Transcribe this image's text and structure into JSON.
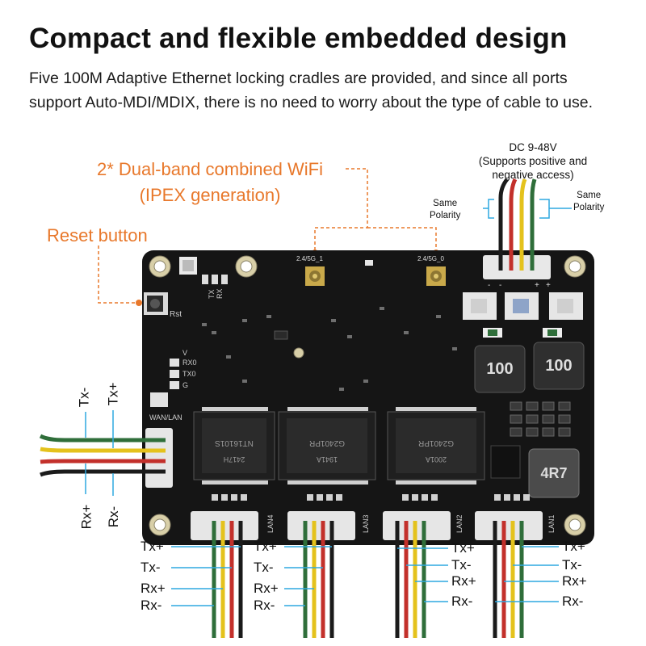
{
  "title": "Compact and flexible embedded design",
  "description": "Five 100M Adaptive Ethernet locking cradles are provided, and since all ports support Auto-MDI/MDIX, there is no need to worry about the type of cable to use.",
  "callouts": {
    "wifi_line1": "2* Dual-band combined WiFi",
    "wifi_line2": "(IPEX generation)",
    "reset": "Reset button"
  },
  "power": {
    "line1": "DC 9-48V",
    "line2": "(Supports positive and",
    "line3": "negative access)",
    "same_polarity_left_1": "Same",
    "same_polarity_left_2": "Polarity",
    "same_polarity_right_1": "Same",
    "same_polarity_right_2": "Polarity"
  },
  "board_marks": {
    "ant1": "2.4/5G_1",
    "ant0": "2.4/5G_0",
    "wan_lan": "WAN/LAN",
    "lan4": "LAN4",
    "lan3": "LAN3",
    "lan2": "LAN2",
    "lan1": "LAN1",
    "inductor1": "100",
    "inductor2": "100",
    "inductor3": "4R7",
    "chip1a": "NT16101S",
    "chip1b": "2417H",
    "chip2a": "G2401PR",
    "chip2b": "1941A",
    "chip3a": "G2401PR",
    "chip3b": "2001A",
    "rst": "Rst",
    "rx_tx_top_1": "RX",
    "rx_tx_top_2": "TX",
    "rx0": "RX0",
    "tx0": "TX0",
    "g_left": "G",
    "v_left": "V",
    "minus1": "-",
    "minus2": "-",
    "plus1": "+",
    "plus2": "+"
  },
  "wan_labels": {
    "tx_minus": "Tx-",
    "tx_plus": "Tx+",
    "rx_plus": "Rx+",
    "rx_minus": "Rx-"
  },
  "lan4_labels": {
    "tx_plus": "Tx+",
    "tx_minus": "Tx-",
    "rx_plus": "Rx+",
    "rx_minus": "Rx-"
  },
  "lan3_labels": {
    "tx_plus": "Tx+",
    "tx_minus": "Tx-",
    "rx_plus": "Rx+",
    "rx_minus": "Rx-"
  },
  "lan2_labels": {
    "tx_plus": "Tx+",
    "tx_minus": "Tx-",
    "rx_plus": "Rx+",
    "rx_minus": "Rx-"
  },
  "lan1_labels": {
    "tx_plus": "Tx+",
    "tx_minus": "Tx-",
    "rx_plus": "Rx+",
    "rx_minus": "Rx-"
  },
  "colors": {
    "accent": "#e8782b",
    "pointer": "#2ea8e0",
    "board": "#151515",
    "wire_black": "#1b1b1b",
    "wire_red": "#c3302b",
    "wire_yellow": "#e4c21c",
    "wire_green": "#2f6e3a"
  }
}
